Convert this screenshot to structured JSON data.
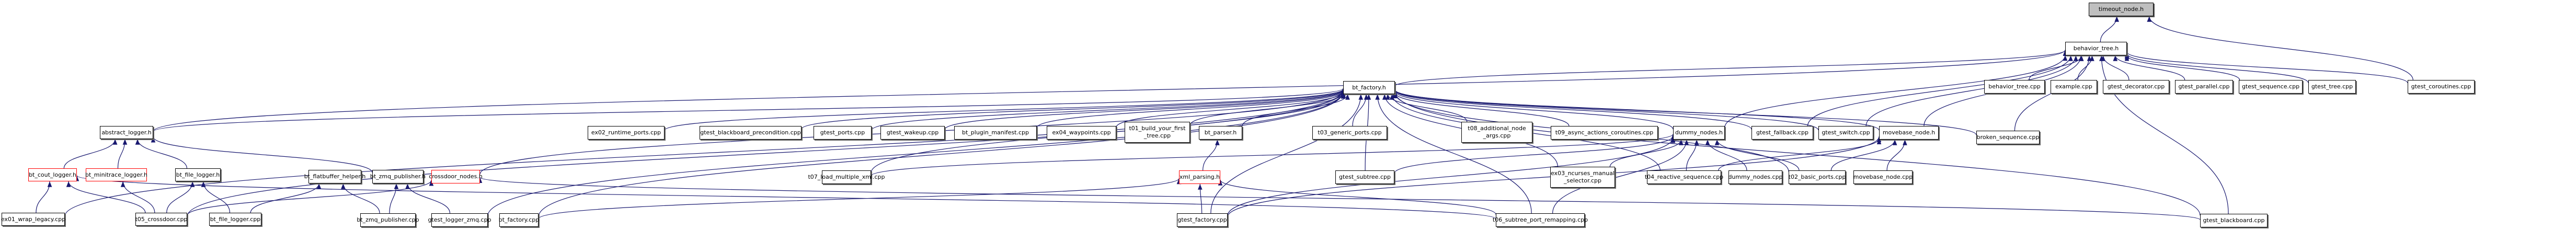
{
  "title": "timeout_node.h include dependency graph",
  "colors": {
    "edge": "#191970",
    "root_fill": "#bfbfbf",
    "red_border": "#ff0000"
  },
  "nodes": {
    "timeout_node_h": "timeout_node.h",
    "behavior_tree_h": "behavior_tree.h",
    "bt_factory_h": "bt_factory.h",
    "behavior_tree_cpp": "behavior_tree.cpp",
    "example_cpp": "example.cpp",
    "gtest_decorator_cpp": "gtest_decorator.cpp",
    "gtest_parallel_cpp": "gtest_parallel.cpp",
    "gtest_sequence_cpp": "gtest_sequence.cpp",
    "gtest_tree_cpp": "gtest_tree.cpp",
    "gtest_coroutines_cpp": "gtest_coroutines.cpp",
    "abstract_logger_h": "abstract_logger.h",
    "ex02_runtime_ports_cpp": "ex02_runtime_ports.cpp",
    "gtest_blackboard_precondition_cpp": "gtest_blackboard_precondition.cpp",
    "gtest_ports_cpp": "gtest_ports.cpp",
    "gtest_wakeup_cpp": "gtest_wakeup.cpp",
    "bt_plugin_manifest_cpp": "bt_plugin_manifest.cpp",
    "ex04_waypoints_cpp": "ex04_waypoints.cpp",
    "t01_build_your_first_tree_cpp": "t01_build_your_first\n_tree.cpp",
    "bt_parser_h": "bt_parser.h",
    "t03_generic_ports_cpp": "t03_generic_ports.cpp",
    "t08_additional_node_args_cpp": "t08_additional_node\n_args.cpp",
    "t09_async_actions_coroutines_cpp": "t09_async_actions_coroutines.cpp",
    "dummy_nodes_h": "dummy_nodes.h",
    "gtest_fallback_cpp": "gtest_fallback.cpp",
    "gtest_switch_cpp": "gtest_switch.cpp",
    "movebase_node_h": "movebase_node.h",
    "broken_sequence_cpp": "broken_sequence.cpp",
    "bt_cout_logger_h": "bt_cout_logger.h",
    "bt_minitrace_logger_h": "bt_minitrace_logger.h",
    "bt_file_logger_h": "bt_file_logger.h",
    "bt_flatbuffer_helper_h": "bt_flatbuffer_helper.h",
    "bt_zmq_publisher_h": "bt_zmq_publisher.h",
    "crossdoor_nodes_h": "crossdoor_nodes.h",
    "t07_load_multiple_xml_cpp": "t07_load_multiple_xml.cpp",
    "xml_parsing_h": "xml_parsing.h",
    "gtest_subtree_cpp": "gtest_subtree.cpp",
    "ex03_ncurses_manual_selector_cpp": "ex03_ncurses_manual\n_selector.cpp",
    "t04_reactive_sequence_cpp": "t04_reactive_sequence.cpp",
    "dummy_nodes_cpp": "dummy_nodes.cpp",
    "t02_basic_ports_cpp": "t02_basic_ports.cpp",
    "movebase_node_cpp": "movebase_node.cpp",
    "ex01_wrap_legacy_cpp": "ex01_wrap_legacy.cpp",
    "t05_crossdoor_cpp": "t05_crossdoor.cpp",
    "bt_file_logger_cpp": "bt_file_logger.cpp",
    "bt_zmq_publisher_cpp": "bt_zmq_publisher.cpp",
    "gtest_logger_zmq_cpp": "gtest_logger_zmq.cpp",
    "bt_factory_cpp": "bt_factory.cpp",
    "gtest_factory_cpp": "gtest_factory.cpp",
    "t06_subtree_port_remapping_cpp": "t06_subtree_port_remapping.cpp",
    "gtest_blackboard_cpp": "gtest_blackboard.cpp"
  },
  "edges": [
    [
      "behavior_tree_h",
      "timeout_node_h"
    ],
    [
      "gtest_coroutines_cpp",
      "timeout_node_h"
    ],
    [
      "bt_factory_h",
      "behavior_tree_h"
    ],
    [
      "behavior_tree_cpp",
      "behavior_tree_h"
    ],
    [
      "example_cpp",
      "behavior_tree_h"
    ],
    [
      "gtest_decorator_cpp",
      "behavior_tree_h"
    ],
    [
      "gtest_parallel_cpp",
      "behavior_tree_h"
    ],
    [
      "gtest_sequence_cpp",
      "behavior_tree_h"
    ],
    [
      "gtest_tree_cpp",
      "behavior_tree_h"
    ],
    [
      "gtest_coroutines_cpp",
      "behavior_tree_h"
    ],
    [
      "abstract_logger_h",
      "behavior_tree_h"
    ],
    [
      "dummy_nodes_h",
      "behavior_tree_h"
    ],
    [
      "gtest_fallback_cpp",
      "behavior_tree_h"
    ],
    [
      "gtest_switch_cpp",
      "behavior_tree_h"
    ],
    [
      "movebase_node_h",
      "behavior_tree_h"
    ],
    [
      "broken_sequence_cpp",
      "behavior_tree_h"
    ],
    [
      "gtest_blackboard_cpp",
      "behavior_tree_h"
    ],
    [
      "ex01_wrap_legacy_cpp",
      "bt_factory_h"
    ],
    [
      "abstract_logger_h",
      "bt_factory_h"
    ],
    [
      "ex02_runtime_ports_cpp",
      "bt_factory_h"
    ],
    [
      "gtest_blackboard_precondition_cpp",
      "bt_factory_h"
    ],
    [
      "gtest_ports_cpp",
      "bt_factory_h"
    ],
    [
      "gtest_wakeup_cpp",
      "bt_factory_h"
    ],
    [
      "bt_plugin_manifest_cpp",
      "bt_factory_h"
    ],
    [
      "ex04_waypoints_cpp",
      "bt_factory_h"
    ],
    [
      "t01_build_your_first_tree_cpp",
      "bt_factory_h"
    ],
    [
      "bt_parser_h",
      "bt_factory_h"
    ],
    [
      "gtest_subtree_cpp",
      "bt_factory_h"
    ],
    [
      "t03_generic_ports_cpp",
      "bt_factory_h"
    ],
    [
      "t08_additional_node_args_cpp",
      "bt_factory_h"
    ],
    [
      "t09_async_actions_coroutines_cpp",
      "bt_factory_h"
    ],
    [
      "dummy_nodes_h",
      "bt_factory_h"
    ],
    [
      "gtest_fallback_cpp",
      "bt_factory_h"
    ],
    [
      "gtest_switch_cpp",
      "bt_factory_h"
    ],
    [
      "movebase_node_h",
      "bt_factory_h"
    ],
    [
      "broken_sequence_cpp",
      "bt_factory_h"
    ],
    [
      "crossdoor_nodes_h",
      "bt_factory_h"
    ],
    [
      "t05_crossdoor_cpp",
      "bt_factory_h"
    ],
    [
      "gtest_logger_zmq_cpp",
      "bt_factory_h"
    ],
    [
      "bt_factory_cpp",
      "bt_factory_h"
    ],
    [
      "t07_load_multiple_xml_cpp",
      "bt_factory_h"
    ],
    [
      "ex03_ncurses_manual_selector_cpp",
      "bt_factory_h"
    ],
    [
      "t04_reactive_sequence_cpp",
      "bt_factory_h"
    ],
    [
      "t06_subtree_port_remapping_cpp",
      "bt_factory_h"
    ],
    [
      "t02_basic_ports_cpp",
      "bt_factory_h"
    ],
    [
      "gtest_factory_cpp",
      "bt_factory_h"
    ],
    [
      "gtest_blackboard_cpp",
      "bt_factory_h"
    ],
    [
      "bt_cout_logger_h",
      "abstract_logger_h"
    ],
    [
      "bt_minitrace_logger_h",
      "abstract_logger_h"
    ],
    [
      "bt_file_logger_h",
      "abstract_logger_h"
    ],
    [
      "bt_zmq_publisher_h",
      "abstract_logger_h"
    ],
    [
      "xml_parsing_h",
      "bt_parser_h"
    ],
    [
      "ex01_wrap_legacy_cpp",
      "bt_cout_logger_h"
    ],
    [
      "t05_crossdoor_cpp",
      "bt_cout_logger_h"
    ],
    [
      "t06_subtree_port_remapping_cpp",
      "bt_cout_logger_h"
    ],
    [
      "t05_crossdoor_cpp",
      "bt_minitrace_logger_h"
    ],
    [
      "t05_crossdoor_cpp",
      "bt_file_logger_h"
    ],
    [
      "bt_file_logger_cpp",
      "bt_file_logger_h"
    ],
    [
      "bt_file_logger_cpp",
      "bt_flatbuffer_helper_h"
    ],
    [
      "bt_zmq_publisher_cpp",
      "bt_flatbuffer_helper_h"
    ],
    [
      "bt_zmq_publisher_cpp",
      "bt_zmq_publisher_h"
    ],
    [
      "gtest_logger_zmq_cpp",
      "bt_zmq_publisher_h"
    ],
    [
      "t05_crossdoor_cpp",
      "crossdoor_nodes_h"
    ],
    [
      "gtest_blackboard_cpp",
      "crossdoor_nodes_h"
    ],
    [
      "gtest_factory_cpp",
      "xml_parsing_h"
    ],
    [
      "bt_factory_cpp",
      "xml_parsing_h"
    ],
    [
      "t06_subtree_port_remapping_cpp",
      "xml_parsing_h"
    ],
    [
      "t07_load_multiple_xml_cpp",
      "dummy_nodes_h"
    ],
    [
      "gtest_subtree_cpp",
      "dummy_nodes_h"
    ],
    [
      "ex03_ncurses_manual_selector_cpp",
      "dummy_nodes_h"
    ],
    [
      "t04_reactive_sequence_cpp",
      "dummy_nodes_h"
    ],
    [
      "dummy_nodes_cpp",
      "dummy_nodes_h"
    ],
    [
      "t02_basic_ports_cpp",
      "dummy_nodes_h"
    ],
    [
      "gtest_factory_cpp",
      "dummy_nodes_h"
    ],
    [
      "t06_subtree_port_remapping_cpp",
      "dummy_nodes_h"
    ],
    [
      "t02_basic_ports_cpp",
      "movebase_node_h"
    ],
    [
      "movebase_node_cpp",
      "movebase_node_h"
    ],
    [
      "t04_reactive_sequence_cpp",
      "movebase_node_h"
    ],
    [
      "gtest_factory_cpp",
      "movebase_node_h"
    ]
  ]
}
